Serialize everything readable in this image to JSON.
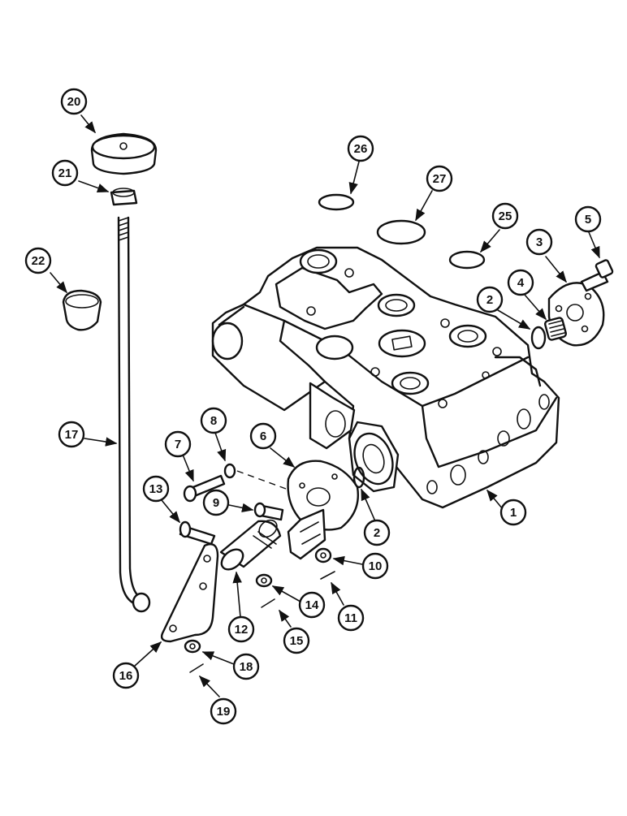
{
  "diagram": {
    "colors": {
      "ink": "#111111",
      "paper": "#ffffff"
    },
    "callouts": [
      {
        "id": "c1",
        "number": "1"
      },
      {
        "id": "c2a",
        "number": "2"
      },
      {
        "id": "c2b",
        "number": "2"
      },
      {
        "id": "c3",
        "number": "3"
      },
      {
        "id": "c4",
        "number": "4"
      },
      {
        "id": "c5",
        "number": "5"
      },
      {
        "id": "c6",
        "number": "6"
      },
      {
        "id": "c7",
        "number": "7"
      },
      {
        "id": "c8",
        "number": "8"
      },
      {
        "id": "c9",
        "number": "9"
      },
      {
        "id": "c10",
        "number": "10"
      },
      {
        "id": "c11",
        "number": "11"
      },
      {
        "id": "c12",
        "number": "12"
      },
      {
        "id": "c13",
        "number": "13"
      },
      {
        "id": "c14",
        "number": "14"
      },
      {
        "id": "c15",
        "number": "15"
      },
      {
        "id": "c16",
        "number": "16"
      },
      {
        "id": "c17",
        "number": "17"
      },
      {
        "id": "c18",
        "number": "18"
      },
      {
        "id": "c19",
        "number": "19"
      },
      {
        "id": "c20",
        "number": "20"
      },
      {
        "id": "c21",
        "number": "21"
      },
      {
        "id": "c22",
        "number": "22"
      },
      {
        "id": "c25",
        "number": "25"
      },
      {
        "id": "c26",
        "number": "26"
      },
      {
        "id": "c27",
        "number": "27"
      }
    ]
  }
}
